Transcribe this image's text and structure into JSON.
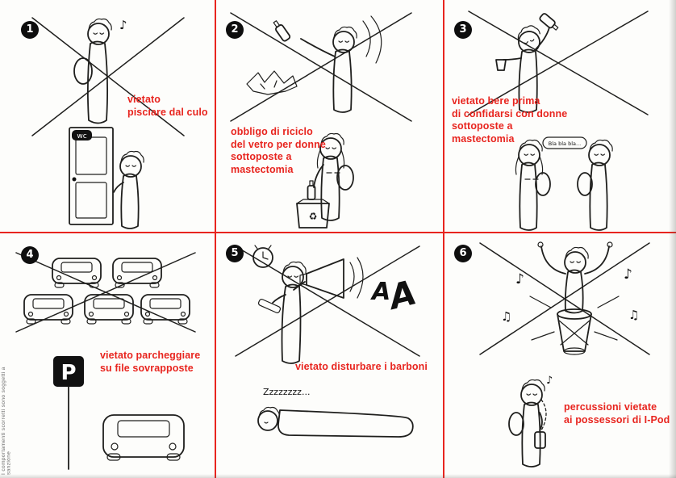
{
  "page": {
    "side_note": "I comportamenti scorretti sono soggetti a sanzione",
    "colors": {
      "accent_red": "#e8251f",
      "ink": "#1f1f1d"
    }
  },
  "panels": [
    {
      "number": "1",
      "caption": "vietato\npisciare dal culo",
      "door_label": "wc",
      "note": "♪"
    },
    {
      "number": "2",
      "caption": "obbligo di riciclo\ndel vetro per donne\nsottoposte a\nmastectomia",
      "bin_symbol": "♻"
    },
    {
      "number": "3",
      "caption": "vietato bere prima\ndi confidarsi con donne\nsottoposte a\nmastectomia",
      "speech": "Bla bla bla..."
    },
    {
      "number": "4",
      "caption": "vietato parcheggiare\nsu file sovrapposte",
      "sign_label": "P"
    },
    {
      "number": "5",
      "caption": "vietato disturbare i barboni",
      "sleep_text": "Zzzzzzzz...",
      "shout_letters": [
        "A",
        "A"
      ]
    },
    {
      "number": "6",
      "caption": "percussioni vietate\nai possessori di I-Pod",
      "notes": [
        "♪",
        "♫",
        "♪",
        "♫"
      ],
      "bottom_note": "♪"
    }
  ]
}
